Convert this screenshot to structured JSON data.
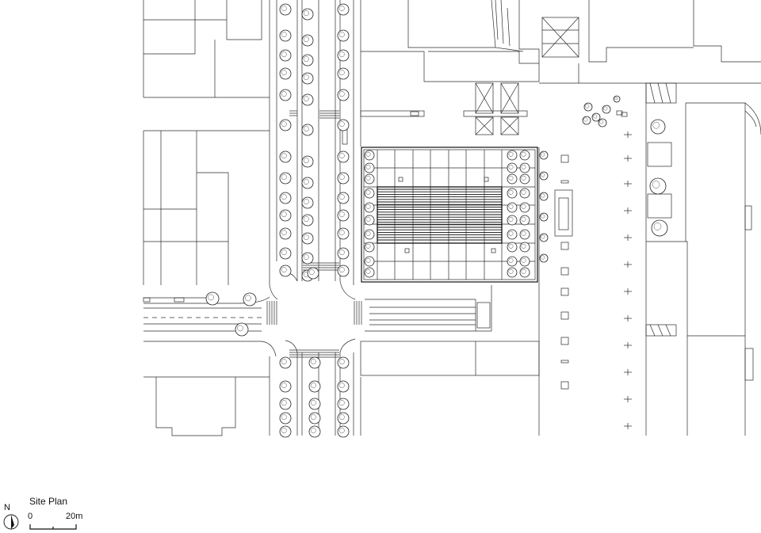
{
  "legend": {
    "title": "Site Plan",
    "north_label": "N",
    "scale_zero": "0",
    "scale_max": "20m"
  },
  "icons": {
    "north_arrow": "north-arrow-icon",
    "scale_bar": "scale-bar-icon"
  },
  "colors": {
    "ink": "#2b2b2b",
    "paper": "#ffffff"
  }
}
